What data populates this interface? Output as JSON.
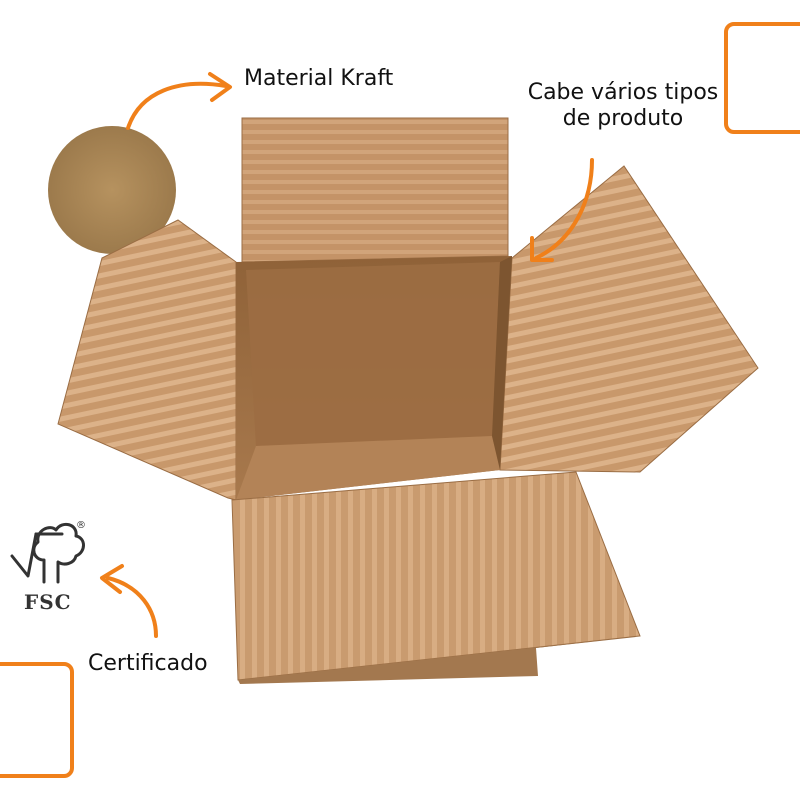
{
  "labels": {
    "material": "Material Kraft",
    "capacity_line1": "Cabe vários tipos",
    "capacity_line2": "de produto",
    "certified": "Certificado"
  },
  "logo": {
    "name": "FSC",
    "icon": "fsc-tree-check-logo",
    "registered": "®"
  },
  "colors": {
    "accent": "#f0801a",
    "kraft": "#b8865a",
    "kraft_dark": "#8a5f3a",
    "kraft_light": "#d2a77c"
  }
}
